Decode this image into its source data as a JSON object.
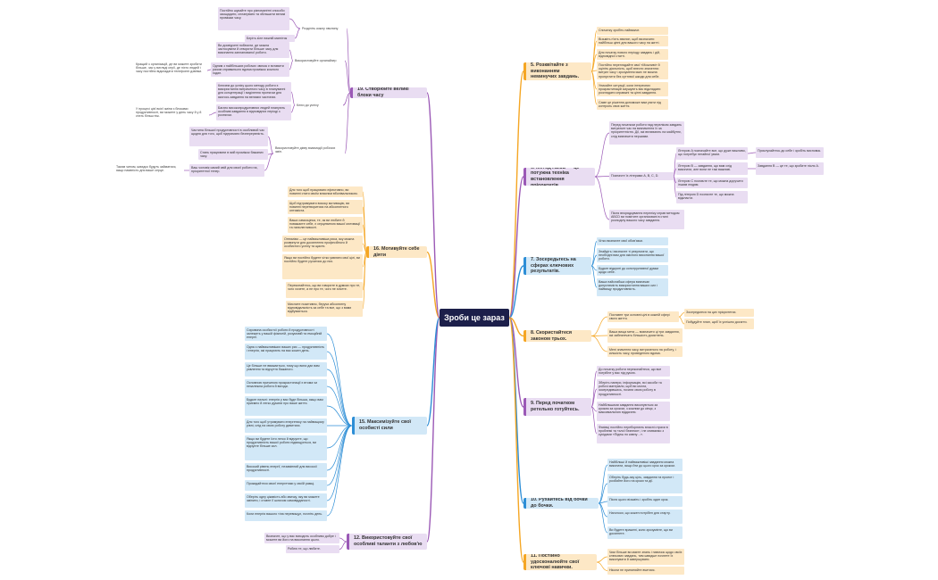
{
  "central": "Зроби це зараз",
  "colors": {
    "orange": "#f5a623",
    "purple": "#9b59b6",
    "blue": "#2d8ed6"
  },
  "nodes": [
    {
      "id": "b5",
      "color": "orange",
      "kind": "branch",
      "text": "5. Розквітайте з виконанням неминучих завдань."
    },
    {
      "id": "n5a",
      "color": "orange",
      "kind": "sm",
      "text": "Спочатку зробіть найважче."
    },
    {
      "id": "n5b",
      "color": "orange",
      "kind": "sm",
      "text": "Візьміть п'ять хвилин, щоб визначити найбільш цінні для вашого часу на житті."
    },
    {
      "id": "n5c",
      "color": "orange",
      "kind": "sm",
      "text": "Для початку нового періоду завдань і дій, відповідної статті."
    },
    {
      "id": "n5d",
      "color": "orange",
      "kind": "sm",
      "text": "Постійно переглядайте свої «Можливі» й оцініть діяльність, щоб внести значення: витрат часу і зрозуміння яких не можна пропустити без суттєвої шкоди для себе."
    },
    {
      "id": "n5e",
      "color": "orange",
      "kind": "sm",
      "text": "Уникайте ситуації, коли інтересних прокрастинацій змушують вас відкладати розглядати справжні та цінні завдання."
    },
    {
      "id": "n5f",
      "color": "orange",
      "kind": "sm",
      "text": "Саме це рішення допоможе вам узяти під контроль своє життя."
    },
    {
      "id": "b6",
      "color": "purple",
      "kind": "branch",
      "text": "6. Метод ABCD — це потужна техніка встановлення пріоритетів."
    },
    {
      "id": "n6a",
      "color": "purple",
      "kind": "sm",
      "text": "Перед початком роботи над переліком завдань витратьте час на визначення їх за пріоритетністю. Дії, які впливають на майбутнє, слід визначити першими."
    },
    {
      "id": "n6b",
      "color": "purple",
      "kind": "sm",
      "text": "Позначте їх літерами A, B, C, D."
    },
    {
      "id": "n6c",
      "color": "purple",
      "kind": "sm",
      "text": "Літерою A позначайте все, що дуже важливо, що потребує негайної уваги."
    },
    {
      "id": "n6d",
      "color": "purple",
      "kind": "sm",
      "text": "Літерою B — завдання, що вам слід виконати, але вони не такі важливі."
    },
    {
      "id": "n6e",
      "color": "purple",
      "kind": "sm",
      "text": "Літерою C позначте те, що можна доручити іншим людям."
    },
    {
      "id": "n6f",
      "color": "purple",
      "kind": "sm",
      "text": "Під літерою D позначте те, що можна відкласти."
    },
    {
      "id": "n6g",
      "color": "purple",
      "kind": "sm",
      "text": "Прислухайтесь до себе і зробіть висновок."
    },
    {
      "id": "n6h",
      "color": "purple",
      "kind": "sm",
      "text": "Завдання B — це те, що зробите після A."
    },
    {
      "id": "n6i",
      "color": "purple",
      "kind": "sm",
      "text": "Після впорядкування переліку справ методом ABCD ви помітите організовані в стилі розподілу вашого часу завдання."
    },
    {
      "id": "b7",
      "color": "blue",
      "kind": "branch",
      "text": "7. Зосередьтесь на сферах ключових результатів."
    },
    {
      "id": "n7a",
      "color": "blue",
      "kind": "sm",
      "text": "Чітко визначте свої обов'язки."
    },
    {
      "id": "n7b",
      "color": "blue",
      "kind": "sm",
      "text": "Знайдіть і визначте ті результати, що необхідні вам для якісного виконання вашої роботи."
    },
    {
      "id": "n7c",
      "color": "blue",
      "kind": "sm",
      "text": "Будьте відкриті до конструктивної думки щодо себе."
    },
    {
      "id": "n7d",
      "color": "blue",
      "kind": "sm",
      "text": "Ваша найслабша сфера визначає допустимість використання ваших сил і найвищу продуктивність."
    },
    {
      "id": "b8",
      "color": "orange",
      "kind": "branch",
      "text": "8. Скористайтеся законом трьох."
    },
    {
      "id": "n8a",
      "color": "orange",
      "kind": "sm",
      "text": "Поставте три основні цілі в кожній сфері свого життя."
    },
    {
      "id": "n8b",
      "color": "orange",
      "kind": "sm",
      "text": "Зосередьтеся на цих пріоритетах."
    },
    {
      "id": "n8c",
      "color": "orange",
      "kind": "sm",
      "text": "Побудуйте план, щоб їх успішно досягти."
    },
    {
      "id": "n8d",
      "color": "orange",
      "kind": "sm",
      "text": "Ваша вища мета — визначити ці три завдання, які забезпечать більшість досягнень."
    },
    {
      "id": "n8e",
      "color": "orange",
      "kind": "sm",
      "text": "Мені значення часу, витраченого на роботу, і кількість часу, проведеного вдома."
    },
    {
      "id": "b9",
      "color": "purple",
      "kind": "branch",
      "text": "9. Перед початком ретельно готуйтесь."
    },
    {
      "id": "n9a",
      "color": "purple",
      "kind": "sm",
      "text": "До початку роботи переконайтеся, що все потрібне у вас під рукою."
    },
    {
      "id": "n9b",
      "color": "purple",
      "kind": "sm",
      "text": "Зберіть папери, інформацію, всі засоби та робочі матеріали, щоб ви могли, зосередившись, почати свою роботу в продуктивності."
    },
    {
      "id": "n9c",
      "color": "purple",
      "kind": "sm",
      "text": "Найбільшими завдання виконуються за кроком за кроком, з кожним до кінця, з максимальною віддачею."
    },
    {
      "id": "n9d",
      "color": "purple",
      "kind": "sm",
      "text": "Фахівці постійно переборюють власні страхи в проблемі та «злої безпеки», і не спиваємо з сусідами «Підеш по кавну…»."
    },
    {
      "id": "b10",
      "color": "blue",
      "kind": "branch",
      "text": "10. Рухайтесь від бочки до бочки."
    },
    {
      "id": "n10a",
      "color": "blue",
      "kind": "sm",
      "text": "Найбільші й найважливіші завдання можна виконати, якщо йти до цього крок за кроком."
    },
    {
      "id": "n10b",
      "color": "blue",
      "kind": "sm",
      "text": "Оберіть будь-яку ціль, завдання та проект і розбийте його на кроки та дії."
    },
    {
      "id": "n10c",
      "color": "blue",
      "kind": "sm",
      "text": "Після цього візьміть і зробіть один крок."
    },
    {
      "id": "n10d",
      "color": "blue",
      "kind": "sm",
      "text": "Наголоси, що кожен потрібен для старту."
    },
    {
      "id": "n10e",
      "color": "blue",
      "kind": "sm",
      "text": "Ви будете вражені, коли зрозумієте, що ви досягнете."
    },
    {
      "id": "b11",
      "color": "orange",
      "kind": "branch",
      "text": "11. Постійно удосконалюйте свої ключові навички."
    },
    {
      "id": "n11a",
      "color": "orange",
      "kind": "sm",
      "text": "Чим більше ви маєте знань і навичок щодо своїх ключових завдань, тим швидше почнете їх виконувати й завершувати."
    },
    {
      "id": "n11b",
      "color": "orange",
      "kind": "sm",
      "text": "Ніколи не припиняйте вчитися."
    },
    {
      "id": "b12",
      "color": "purple",
      "kind": "branch",
      "text": "12. Використовуйте свої особливі таланти з любов'ю"
    },
    {
      "id": "n12a",
      "color": "purple",
      "kind": "sm",
      "text": "Визначте, що у вас виходить особливо добре і можете ви його на виконання цього."
    },
    {
      "id": "n12b",
      "color": "purple",
      "kind": "sm",
      "text": "Роблю те, що любите."
    },
    {
      "id": "b15",
      "color": "blue",
      "kind": "branch",
      "text": "15. Максимізуйте свої особисті сили"
    },
    {
      "id": "n15a",
      "color": "blue",
      "kind": "sm",
      "text": "Сировина особистої роботи й продуктивності залежить у вашій фізичній, розумовій та емоційній енергії."
    },
    {
      "id": "n15b",
      "color": "blue",
      "kind": "sm",
      "text": "Одна з найважливіших ваших рис — продуктивність і енергія, які працюють на вас кожен день."
    },
    {
      "id": "n15c",
      "color": "blue",
      "kind": "sm",
      "text": "Це більше не вважається, тому що вона дає вам уявлення та відчуття бажаного."
    },
    {
      "id": "n15d",
      "color": "blue",
      "kind": "sm",
      "text": "Основною причиною прокрастинації є втома чи незалежна робота й вигоди."
    },
    {
      "id": "n15e",
      "color": "blue",
      "kind": "sm",
      "text": "Будьте пильні: енергія у вас буде більша, якщо вам приємно й легко думати про ваше життя."
    },
    {
      "id": "n15f",
      "color": "blue",
      "kind": "sm",
      "text": "Для того щоб утримувати енергетику на найвищому рівні, слід на свою роботу дивитися."
    },
    {
      "id": "n15g",
      "color": "blue",
      "kind": "sm",
      "text": "Якщо ви будете їсти легко й відчуєте, що продуктивність вашої роботи підвищується, ви відчуєте більше сил."
    },
    {
      "id": "n15h",
      "color": "blue",
      "kind": "sm",
      "text": "Високий рівень енергії, незамінний для високої продуктивності."
    },
    {
      "id": "n15i",
      "color": "blue",
      "kind": "sm",
      "text": "Прокидайтеся своєї енергетики у своїй рамці."
    },
    {
      "id": "n15j",
      "color": "blue",
      "kind": "sm",
      "text": "Оберіть одну цікавість або звичку, яку ви можете змінити, і ставте її шляхом самовідданості."
    },
    {
      "id": "n15k",
      "color": "blue",
      "kind": "sm",
      "text": "Коли енергія вашого тіла перевищує, почніть день."
    },
    {
      "id": "b16",
      "color": "orange",
      "kind": "branch",
      "text": "16. Мотивуйте себе діяти"
    },
    {
      "id": "n16a",
      "color": "orange",
      "kind": "sm",
      "text": "Для того щоб працювати ефективно, ви повинні стати своїм власним вболівальником."
    },
    {
      "id": "n16b",
      "color": "orange",
      "kind": "sm",
      "text": "Щоб підтримувати високу мотивацію, ви повинні перетворитися на абсолютного оптиміста."
    },
    {
      "id": "n16c",
      "color": "orange",
      "kind": "sm",
      "text": "Ваша самооцінка, те, як ви любите й поважаєте себе, є серцевиною вашої мотивації та наполегливості."
    },
    {
      "id": "n16d",
      "color": "orange",
      "kind": "sm",
      "text": "Оптимізм — це найважливіша риса, яку можна розвинути для досягнення професійного й особистого успіху та щастя."
    },
    {
      "id": "n16e",
      "color": "orange",
      "kind": "sm",
      "text": "Якщо ви постійно будете чітко уявляти свої цілі, ви постійно будете рухатися до них."
    },
    {
      "id": "n16f",
      "color": "orange",
      "kind": "sm",
      "text": "Переконайтесь, що ви говорите в думках про те, чого хочете, а не про те, чого не хочете."
    },
    {
      "id": "n16g",
      "color": "orange",
      "kind": "sm",
      "text": "Мислите позитивно, беручи абсолютну відповідальність за себе та все, що з вами відбувається."
    },
    {
      "id": "b19",
      "color": "purple",
      "kind": "branch",
      "text": "19. Створюйте великі блоки часу"
    },
    {
      "id": "n19a",
      "color": "purple",
      "kind": "sm",
      "text": "Розділіть кожну хвилину"
    },
    {
      "id": "n19b",
      "color": "purple",
      "kind": "sm",
      "text": "Постійно шукайте про різноманітні способи заощадити, спланувати та збільшити великі проміжки часу."
    },
    {
      "id": "n19c",
      "color": "purple",
      "kind": "sm",
      "text": "Беріть зі́ле нижній магнітик"
    },
    {
      "id": "n19d",
      "color": "purple",
      "kind": "sm",
      "text": "Використовуйте органайзер"
    },
    {
      "id": "n19e",
      "color": "purple",
      "kind": "sm",
      "text": "Ви досвідчені побачити, де можна застосувати й створити більше часу для виконання запланованої роботи."
    },
    {
      "id": "n19f",
      "color": "purple",
      "kind": "sm",
      "text": "Одним з найбільших робочих звичок є вставити разом справжнього вдома проміжок кожного годин."
    },
    {
      "id": "n19g",
      "color": "purple",
      "kind": "sm",
      "text": "Кращий з організацій, де ви можете зробити більше, час у вигляді серії, де ніхто людей і часу постійно відкладати телефонні дзвінки."
    },
    {
      "id": "n19h",
      "color": "purple",
      "kind": "sm",
      "text": "Ключ до успіху",
      "sub": true
    },
    {
      "id": "n19i",
      "color": "purple",
      "kind": "sm",
      "text": "Ключем до успіху цього методу роботи є використання витраченого часу в плануванні для концентрації і виділення протягом дня якогось завдання на великих частинах."
    },
    {
      "id": "n19j",
      "color": "purple",
      "kind": "sm",
      "text": "Багато високопродуктивних людей планують особливі завдання в відповідних періоді з розтягом."
    },
    {
      "id": "n19k",
      "color": "purple",
      "kind": "sm",
      "text": "У процесі цієї всієї зміни з блоками продуктивності, ви можете у день часу й у 8 стать більш ніж."
    },
    {
      "id": "n19l",
      "color": "purple",
      "kind": "sm",
      "text": "Частина більшої продуктивності в особливий час щодня для того, щоб підтримати безперервність."
    },
    {
      "id": "n19m",
      "color": "purple",
      "kind": "sm",
      "text": "Стань працювати в якій проміжок бажаних часу."
    },
    {
      "id": "n19n",
      "color": "purple",
      "kind": "sm",
      "text": "Використовуйте дієву взаємодії робочих змін."
    },
    {
      "id": "n19o",
      "color": "purple",
      "kind": "sm",
      "text": "Таким чином, швидко будуть займатися, якщо наявність дня ваше серце."
    },
    {
      "id": "n19p",
      "color": "purple",
      "kind": "sm",
      "text": "Ваш чоловік самий свій для своєї роботи на, пріоритетної тепер."
    }
  ]
}
